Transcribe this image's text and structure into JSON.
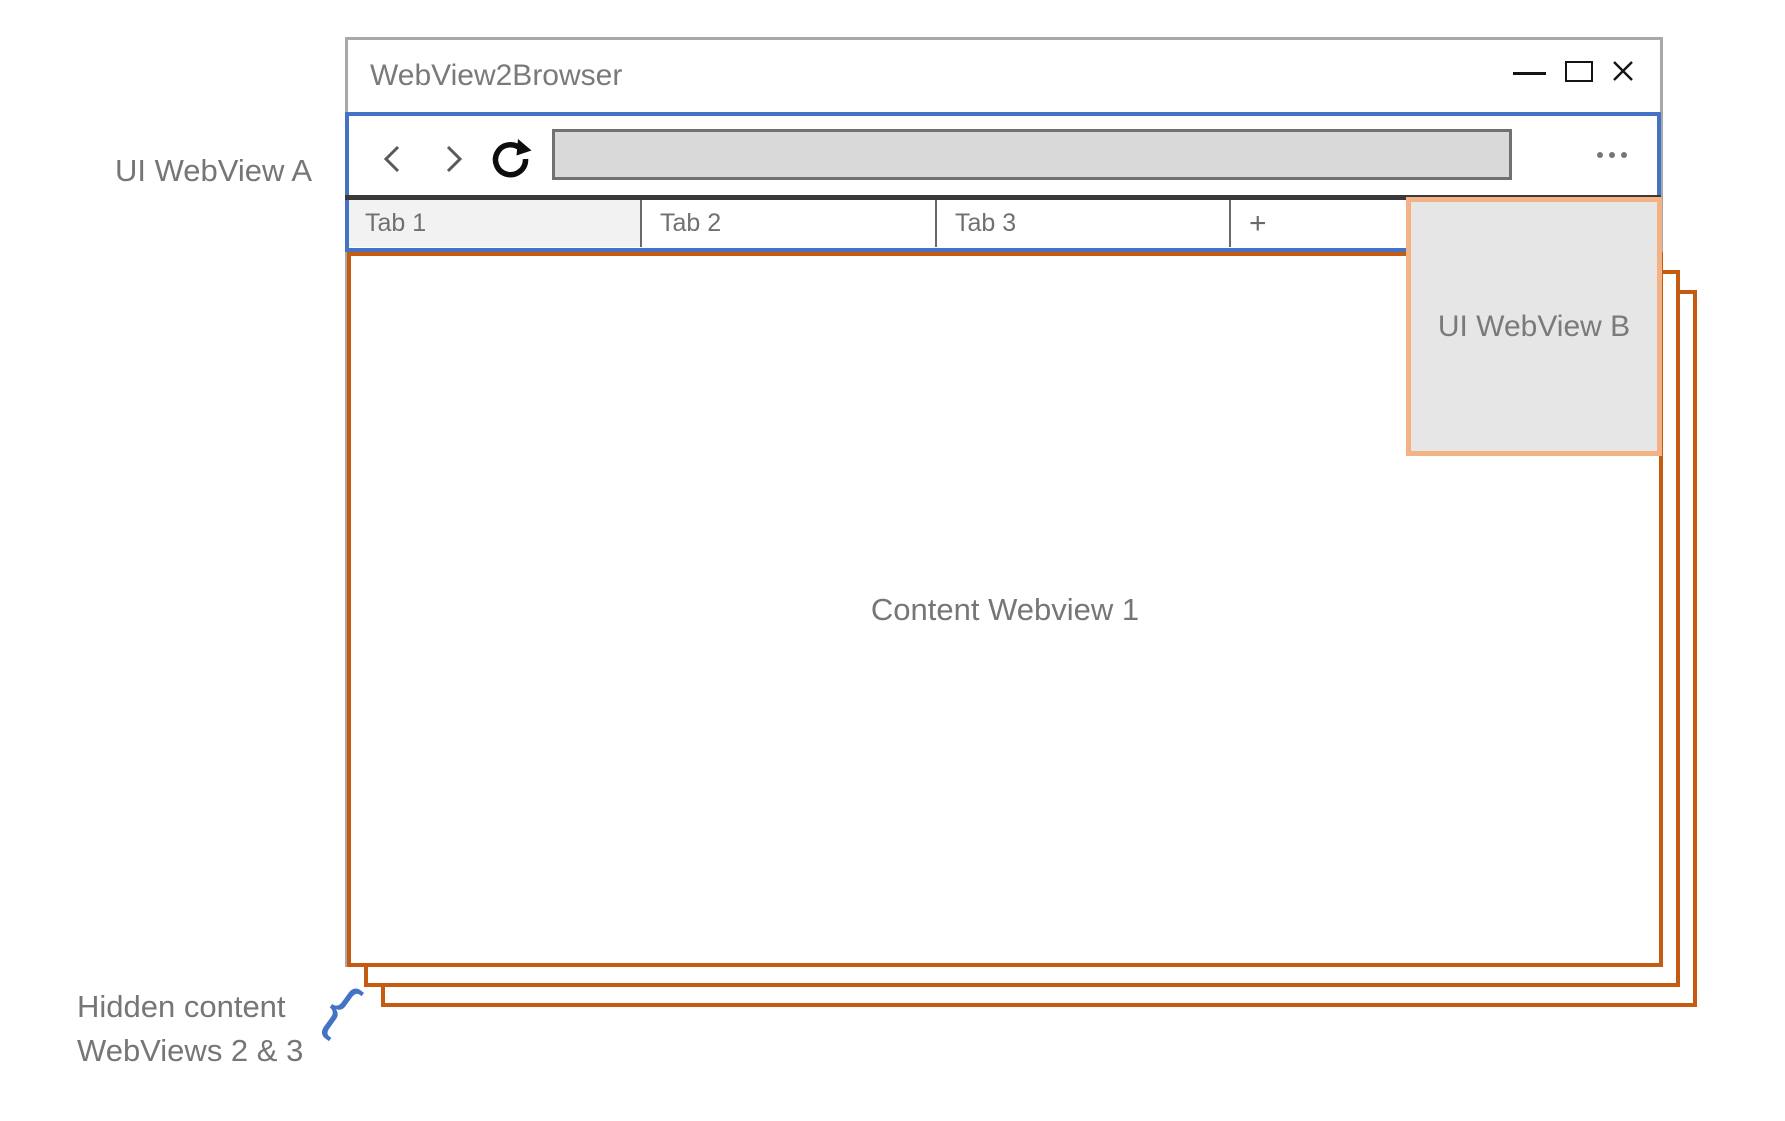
{
  "window": {
    "title": "WebView2Browser",
    "controls": {
      "minimize_icon": "minimize-dash",
      "maximize_icon": "maximize-square",
      "close_icon": "close-x"
    }
  },
  "toolbar": {
    "back_icon": "chevron-left",
    "forward_icon": "chevron-right",
    "reload_icon": "refresh-circular-arrow",
    "menu_icon": "ellipsis-three-dots",
    "address_value": "",
    "address_placeholder": ""
  },
  "tabs": [
    {
      "label": "Tab 1",
      "active": true
    },
    {
      "label": "Tab 2",
      "active": false
    },
    {
      "label": "Tab 3",
      "active": false
    },
    {
      "label": "+",
      "active": false
    }
  ],
  "annotations": {
    "ui_webview_a": "UI WebView A",
    "ui_webview_b": "UI WebView B",
    "content_webview_1": "Content Webview 1",
    "hidden_content_line1": "Hidden content",
    "hidden_content_line2": "WebViews 2 & 3",
    "brace_glyph": "{"
  },
  "colors": {
    "accent_blue": "#4472C4",
    "frame_orange": "#C55A11",
    "highlight_peach": "#F4B183",
    "box_fill": "#E6E6E6",
    "window_border": "#A8A8A8",
    "address_fill": "#D9D9D9",
    "tab_active_fill": "#F2F2F2",
    "tabstrip_dark_border": "#3A3838",
    "annotation_text_gray": "#767676"
  }
}
